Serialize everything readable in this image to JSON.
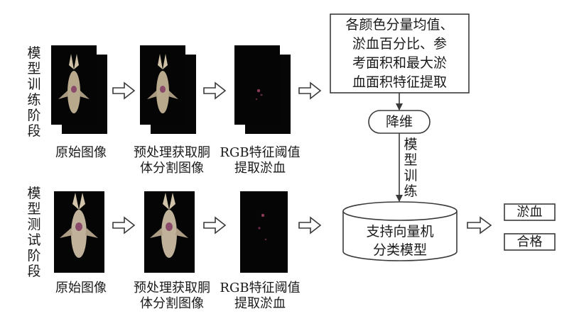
{
  "training": {
    "stage_label": "模型训练阶段",
    "caption_original": "原始图像",
    "caption_segment": "预处理获取胴\n体分割图像",
    "caption_rgb": "RGB特征阈值\n提取淤血"
  },
  "testing": {
    "stage_label": "模型测试阶段",
    "caption_original": "原始图像",
    "caption_segment": "预处理获取胴\n体分割图像",
    "caption_rgb": "RGB特征阈值\n提取淤血"
  },
  "features_box": "各颜色分量均值、\n淤血百分比、参\n考面积和最大淤\n血面积特征提取",
  "reduce_box": "降维",
  "train_edge_label": "模型\n训练",
  "svm_box": "支持向量机\n分类模型",
  "outputs": [
    "淤血",
    "合格"
  ],
  "colors": {
    "stroke": "#3a3a3a",
    "photo_bg": "#050505"
  }
}
